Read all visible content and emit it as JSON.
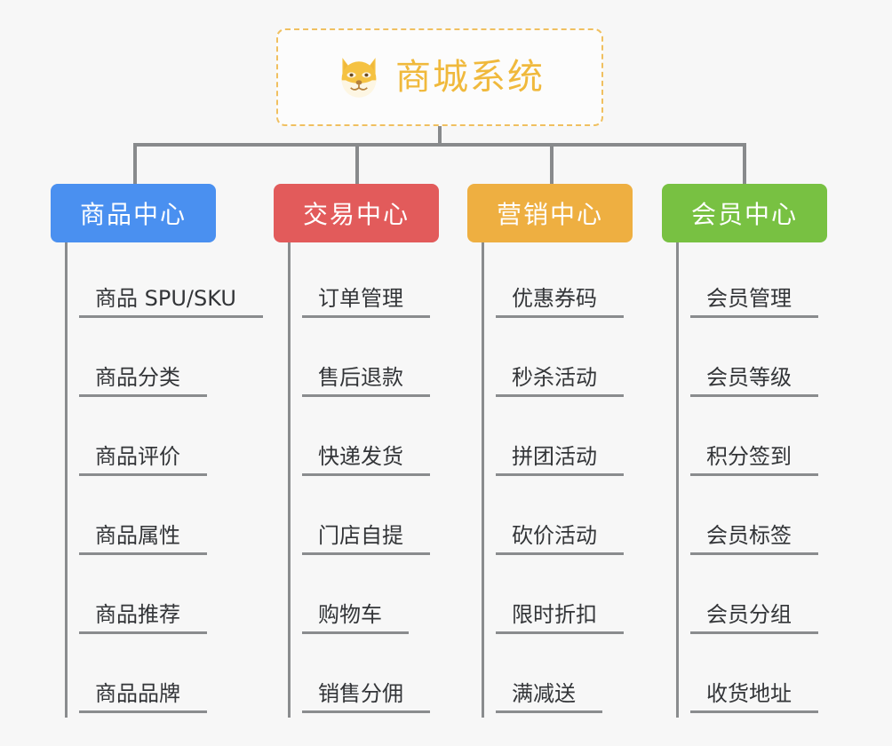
{
  "root": {
    "title": "商城系统",
    "icon": "dog-face-icon",
    "border_color": "#f0c060",
    "text_color": "#f0b93c",
    "background": "#fcfcfc"
  },
  "canvas": {
    "background": "#f7f7f7",
    "connector_color": "#888a8c"
  },
  "columns": [
    {
      "header": "商品中心",
      "color": "#4a90f0",
      "leaves": [
        "商品 SPU/SKU",
        "商品分类",
        "商品评价",
        "商品属性",
        "商品推荐",
        "商品品牌"
      ]
    },
    {
      "header": "交易中心",
      "color": "#e25b5b",
      "leaves": [
        "订单管理",
        "售后退款",
        "快递发货",
        "门店自提",
        "购物车",
        "销售分佣"
      ]
    },
    {
      "header": "营销中心",
      "color": "#eeaf41",
      "leaves": [
        "优惠券码",
        "秒杀活动",
        "拼团活动",
        "砍价活动",
        "限时折扣",
        "满减送"
      ]
    },
    {
      "header": "会员中心",
      "color": "#78c142",
      "leaves": [
        "会员管理",
        "会员等级",
        "积分签到",
        "会员标签",
        "会员分组",
        "收货地址"
      ]
    }
  ]
}
